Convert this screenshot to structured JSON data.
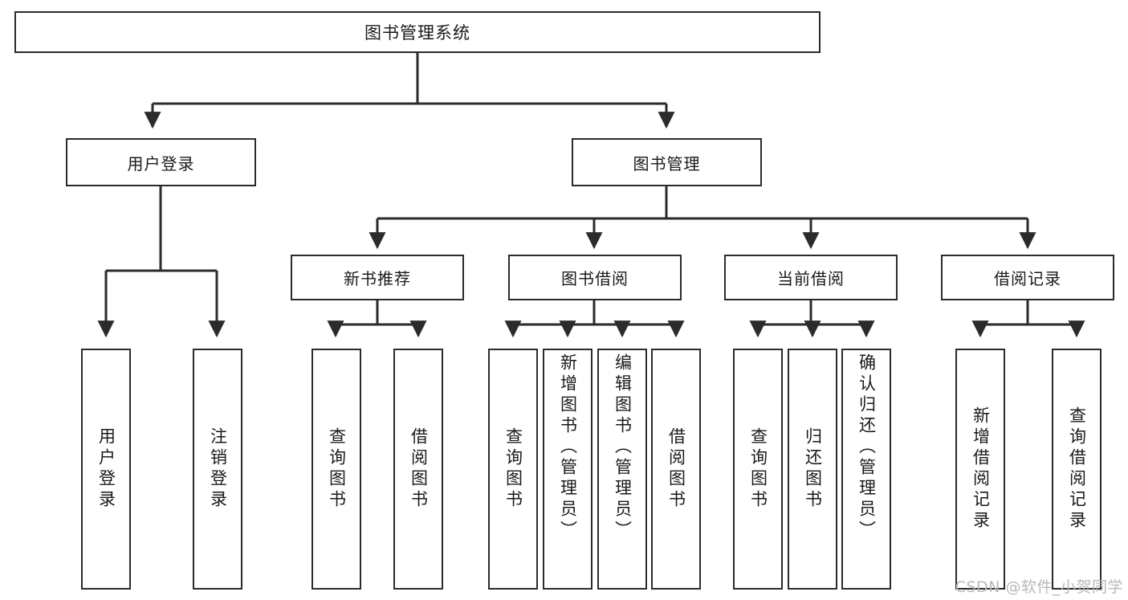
{
  "diagram": {
    "title": "图书管理系统",
    "type": "tree",
    "stroke_color": "#2b2b2b",
    "background_color": "#ffffff",
    "text_color": "#1a1a1a"
  },
  "root": {
    "label": "图书管理系统"
  },
  "level2": [
    {
      "label": "用户登录"
    },
    {
      "label": "图书管理"
    }
  ],
  "level3": [
    {
      "label": "新书推荐"
    },
    {
      "label": "图书借阅"
    },
    {
      "label": "当前借阅"
    },
    {
      "label": "借阅记录"
    }
  ],
  "leaves": {
    "user_login": [
      {
        "label": "用户登录"
      },
      {
        "label": "注销登录"
      }
    ],
    "new_book": [
      {
        "label": "查询图书"
      },
      {
        "label": "借阅图书"
      }
    ],
    "book_borrow": [
      {
        "label": "查询图书"
      },
      {
        "label": "新增图书（管理员）"
      },
      {
        "label": "编辑图书（管理员）"
      },
      {
        "label": "借阅图书"
      }
    ],
    "current_borrow": [
      {
        "label": "查询图书"
      },
      {
        "label": "归还图书"
      },
      {
        "label": "确认归还（管理员）"
      }
    ],
    "borrow_record": [
      {
        "label": "新增借阅记录"
      },
      {
        "label": "查询借阅记录"
      }
    ]
  },
  "watermark": {
    "text": "CSDN @软件_小贺同学",
    "color": "#b9b9b9"
  }
}
